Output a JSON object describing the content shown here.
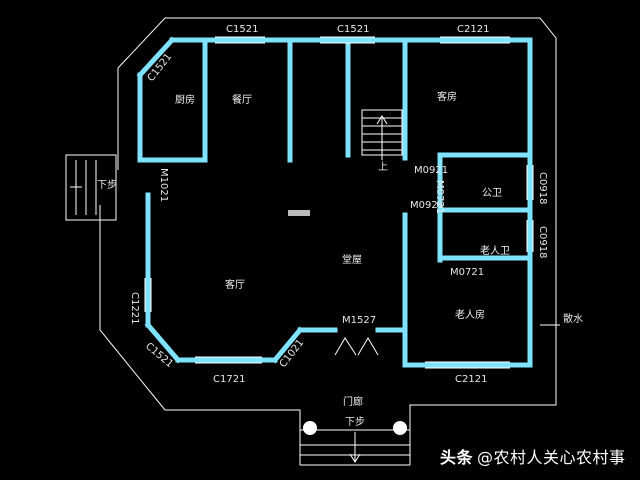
{
  "rooms": {
    "kitchen": "厨房",
    "dining": "餐厅",
    "guest_room": "客房",
    "living_room": "客厅",
    "hall": "堂屋",
    "public_wc": "公卫",
    "elder_wc": "老人卫",
    "elder_room": "老人房",
    "porch": "门廊"
  },
  "labels": {
    "win_top_1": "C1521",
    "win_top_2": "C1521",
    "win_top_3": "C2121",
    "win_corner_tl": "C1521",
    "win_left_door": "M1021",
    "win_left": "C1221",
    "win_corner_bl": "C1521",
    "win_bottom": "C1721",
    "win_corner_bm": "C1021",
    "door_main": "M1527",
    "win_bottom_right": "C2121",
    "door_m0921_a": "M0921",
    "door_m0921_b": "M0921",
    "door_m0721_a": "M0721",
    "door_m0721_b": "M0721",
    "win_right_1": "C0918",
    "win_right_2": "C0918",
    "stairs_up": "上",
    "steps_left": "下步",
    "steps_bottom": "下步",
    "drain": "散水"
  },
  "watermark": {
    "logo": "头条",
    "text": "@农村人关心农村事"
  },
  "colors": {
    "wall": "#7fe3ff",
    "line": "#ffffff",
    "background": "#000000"
  }
}
